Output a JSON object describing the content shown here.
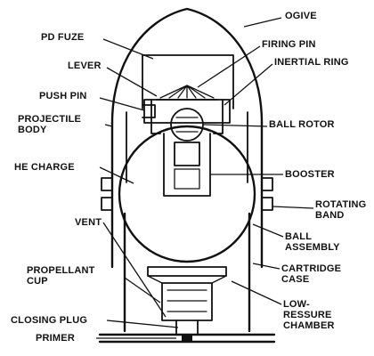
{
  "labels": {
    "pd_fuze": "PD FUZE",
    "ogive": "OGIVE",
    "lever": "LEVER",
    "firing_pin": "FIRING PIN",
    "inertial_ring": "INERTIAL RING",
    "push_pin": "PUSH PIN",
    "projectile_body_1": "PROJECTILE",
    "projectile_body_2": "BODY",
    "ball_rotor": "BALL ROTOR",
    "he_charge": "HE CHARGE",
    "booster": "BOOSTER",
    "rotating_band_1": "ROTATING",
    "rotating_band_2": "BAND",
    "vent": "VENT",
    "ball_assembly_1": "BALL",
    "ball_assembly_2": "ASSEMBLY",
    "propellant_cup_1": "PROPELLANT",
    "propellant_cup_2": "CUP",
    "cartridge_case_1": "CARTRIDGE",
    "cartridge_case_2": "CASE",
    "closing_plug": "CLOSING PLUG",
    "low_pressure_1": "LOW-",
    "low_pressure_2": "RESSURE",
    "low_pressure_3": "CHAMBER",
    "primer": "PRIMER"
  }
}
